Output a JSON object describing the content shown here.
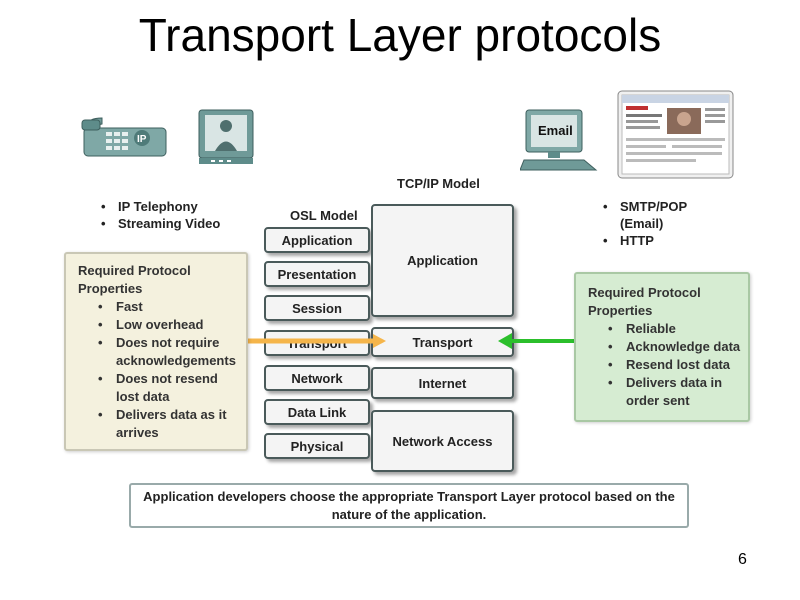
{
  "title": "Transport Layer protocols",
  "left_apps": [
    "IP Telephony",
    "Streaming Video"
  ],
  "right_apps": [
    "SMTP/POP (Email)",
    "HTTP"
  ],
  "phone_label": "IP",
  "email_label": "Email",
  "osi_title": "OSL Model",
  "tcp_title": "TCP/IP Model",
  "osi_layers": [
    "Application",
    "Presentation",
    "Session",
    "Transport",
    "Network",
    "Data Link",
    "Physical"
  ],
  "tcp_layers": [
    "Application",
    "Transport",
    "Internet",
    "Network Access"
  ],
  "left_box": {
    "heading_line1": "Required Protocol",
    "heading_line2": "Properties",
    "items": [
      "Fast",
      "Low overhead",
      "Does not require acknowledgements",
      "Does not resend lost data",
      "Delivers data as it arrives"
    ]
  },
  "right_box": {
    "heading_line1": "Required Protocol",
    "heading_line2": "Properties",
    "items": [
      "Reliable",
      "Acknowledge data",
      "Resend lost data",
      "Delivers data in order sent"
    ]
  },
  "note": "Application developers choose the appropriate Transport Layer protocol based on the nature of the application.",
  "slide_number": "6",
  "colors": {
    "left_box_bg": "#f4f1de",
    "right_box_bg": "#d6ecd2",
    "orange_arrow": "#f5b54a",
    "green_arrow": "#2bbf2b"
  }
}
